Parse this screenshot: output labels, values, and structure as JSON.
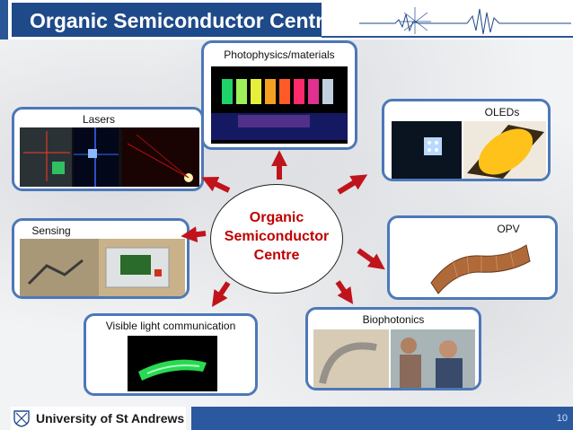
{
  "header": {
    "title": "Organic Semiconductor Centre"
  },
  "center": {
    "text": "Organic\nSemiconductor\nCentre"
  },
  "boxes": {
    "photophysics": "Photophysics/materials",
    "lasers": "Lasers",
    "oleds": "OLEDs",
    "sensing": "Sensing",
    "opv": "OPV",
    "vlc": "Visible light communication",
    "biophotonics": "Biophotonics"
  },
  "footer": {
    "institution": "University of St Andrews",
    "page": "10"
  },
  "colors": {
    "accent": "#1f4a8a",
    "box_border": "#4d78b8",
    "arrow": "#c0141c",
    "center_text": "#c00000"
  }
}
